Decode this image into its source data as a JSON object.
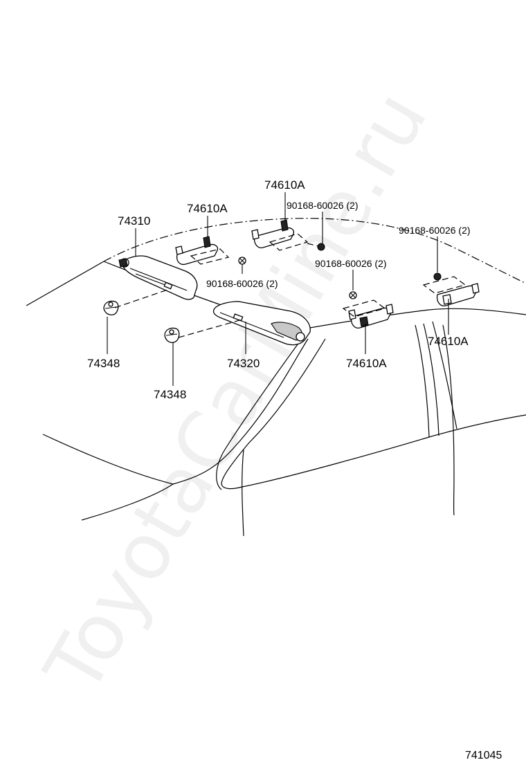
{
  "watermark": "ToyotaCarMine.ru",
  "diagram_ref": "741045",
  "labels": {
    "visor_left": "74310",
    "visor_right": "74320",
    "holder_left": "74348",
    "holder_center": "74348",
    "grip_1": "74610A",
    "grip_2": "74610A",
    "grip_3": "74610A",
    "grip_4": "74610A",
    "screw_1": "90168-60026 (2)",
    "screw_2": "90168-60026 (2)",
    "screw_3": "90168-60026 (2)",
    "screw_4": "90168-60026 (2)"
  }
}
